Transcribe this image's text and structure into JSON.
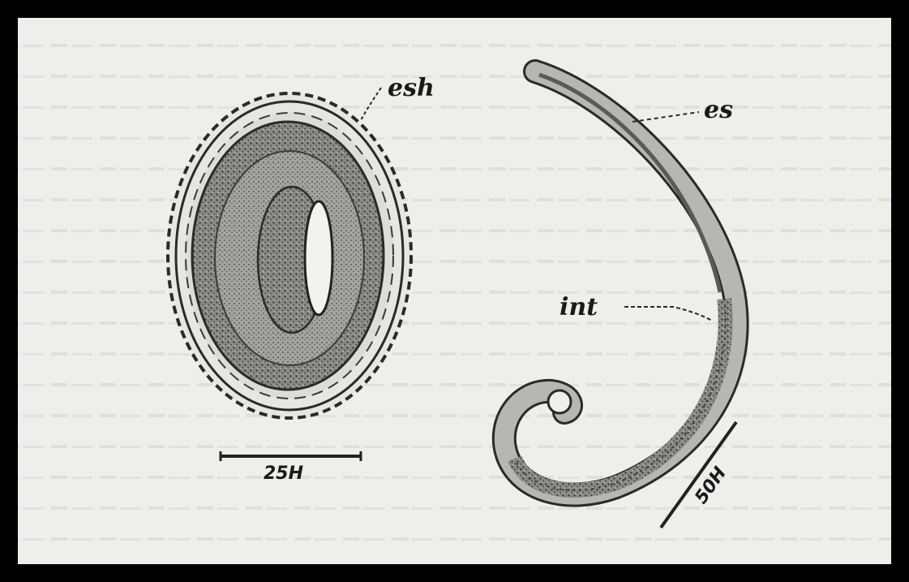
{
  "labels": {
    "esh": "esh",
    "es": "es",
    "int": "int"
  },
  "scale_bars": {
    "egg": "25H",
    "larva": "50H"
  },
  "colors": {
    "ink": "#2a2a2a",
    "paper": "#eeeeea",
    "frame": "#000000"
  }
}
